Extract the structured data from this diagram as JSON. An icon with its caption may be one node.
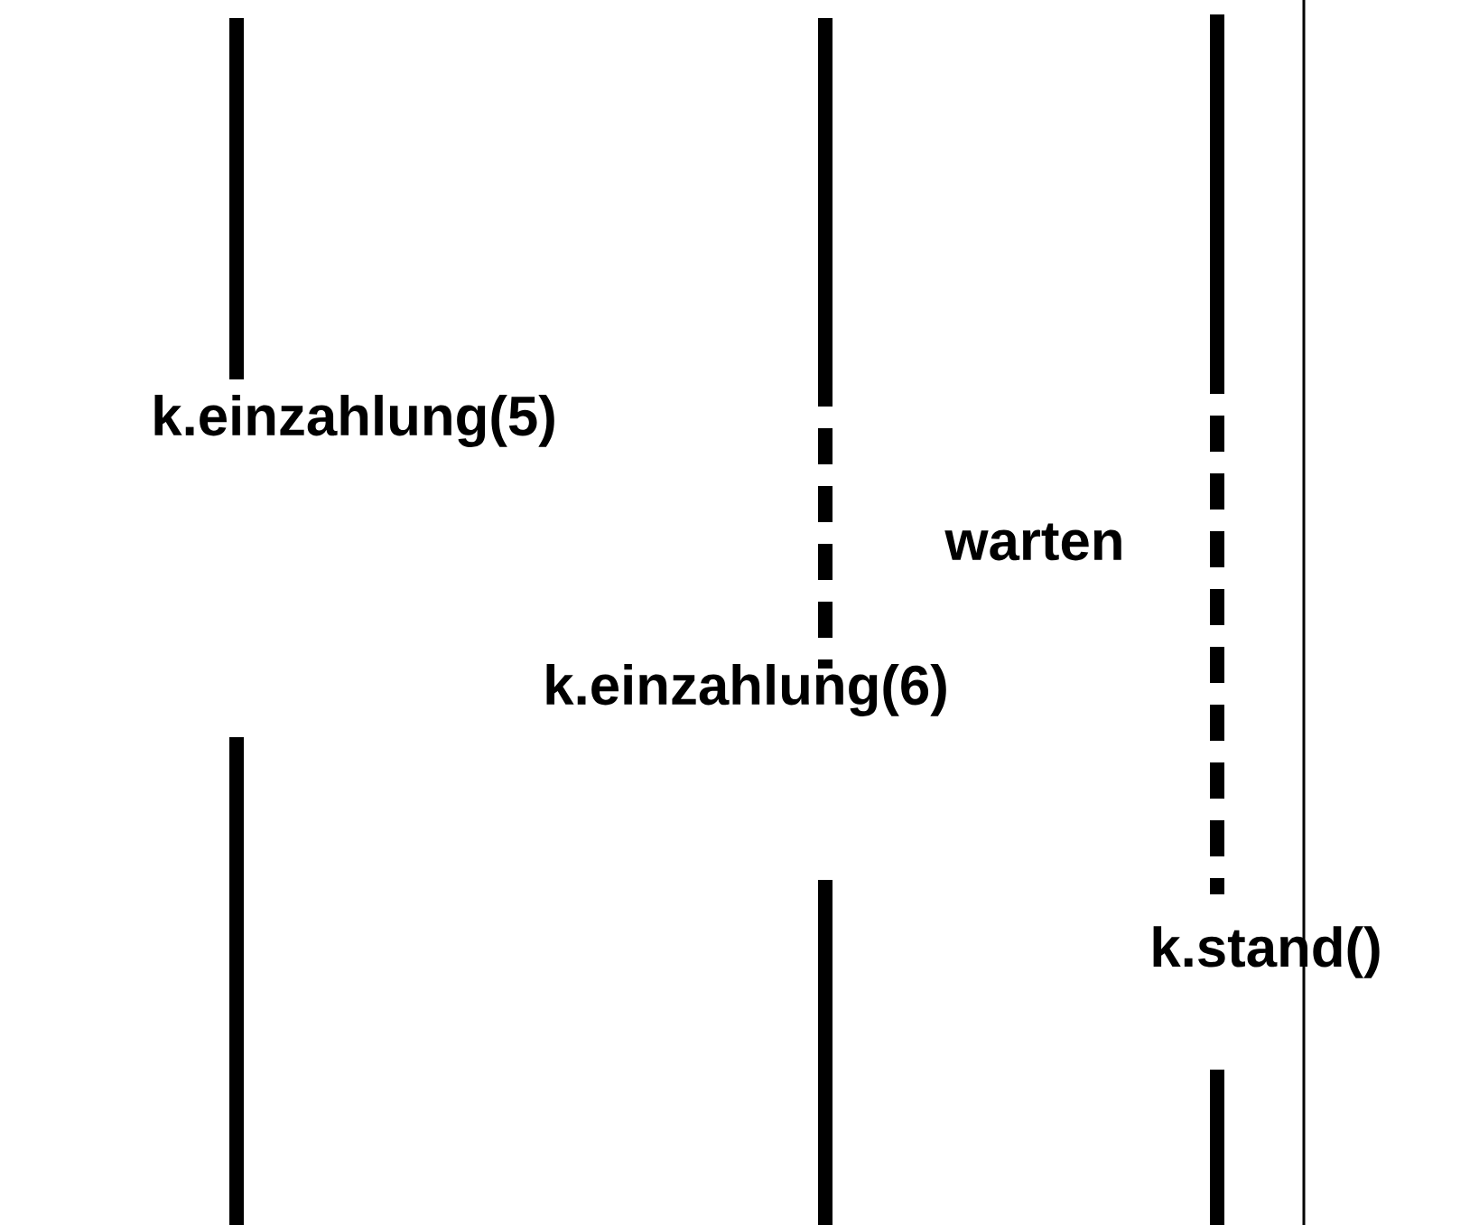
{
  "diagram": {
    "labels": [
      "k.einzahlung(5)",
      "warten",
      "k.einzahlung(6)",
      "k.stand()"
    ]
  }
}
